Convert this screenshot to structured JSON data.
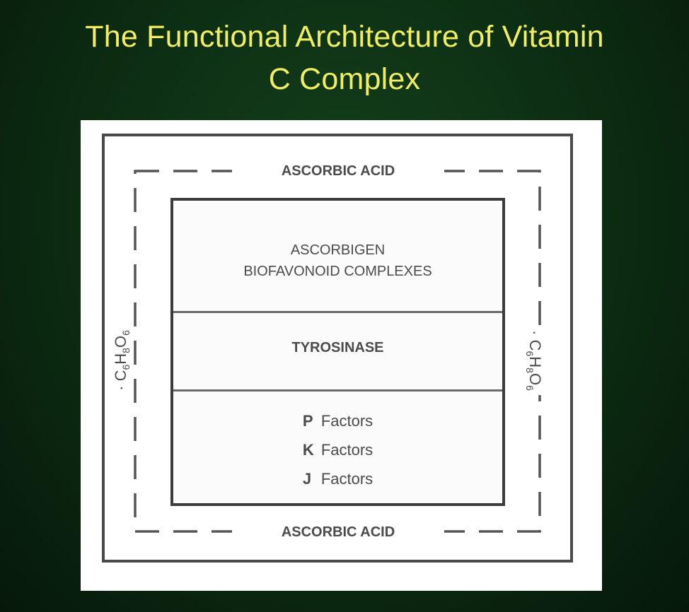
{
  "title": {
    "line1": "The Functional  Architecture of Vitamin",
    "line2": "C Complex"
  },
  "diagram": {
    "outer_top_label": "ASCORBIC ACID",
    "outer_bottom_label": "ASCORBIC ACID",
    "side_formula": {
      "prefix": "· C",
      "s1": "6",
      "h": "H",
      "s2": "8",
      "o": "O",
      "s3": "6"
    },
    "sections": [
      {
        "lines": [
          "ASCORBIGEN",
          "BIOFAVONOID COMPLEXES"
        ]
      },
      {
        "lines": [
          "TYROSINASE"
        ]
      },
      {
        "factors": [
          {
            "letter": "P",
            "word": "Factors"
          },
          {
            "letter": "K",
            "word": "Factors"
          },
          {
            "letter": "J",
            "word": "Factors"
          }
        ]
      }
    ]
  },
  "colors": {
    "title": "#f2ee62",
    "background": "#0d3014",
    "lines": "#4a4a4a"
  }
}
